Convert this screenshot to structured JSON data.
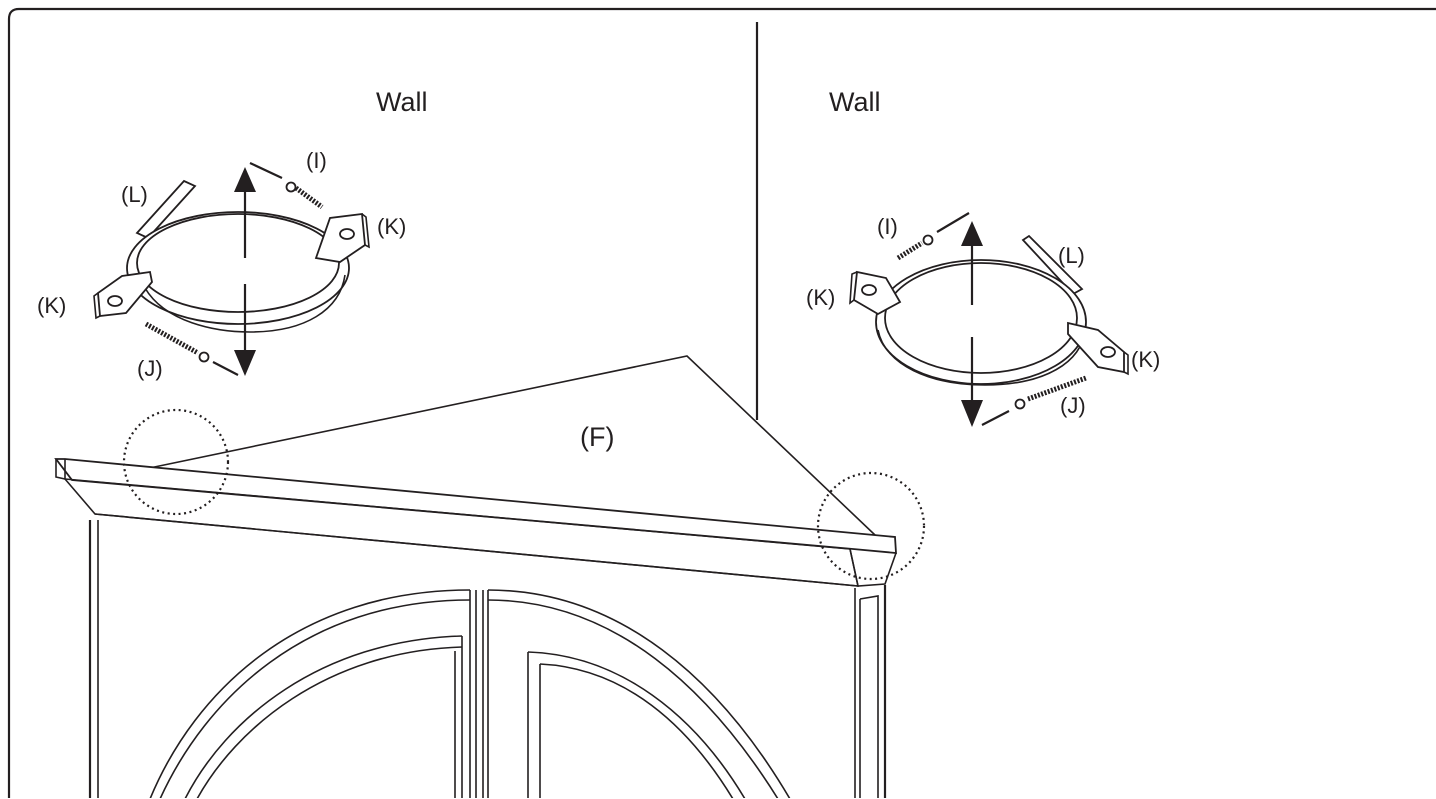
{
  "labels": {
    "wall_left": "Wall",
    "wall_right": "Wall",
    "panel_f": "(F)",
    "left": {
      "i": "(I)",
      "l": "(L)",
      "k_right": "(K)",
      "k_left": "(K)",
      "j": "(J)"
    },
    "right": {
      "i": "(I)",
      "l": "(L)",
      "k_left": "(K)",
      "k_right": "(K)",
      "j": "(J)"
    }
  },
  "colors": {
    "line": "#231f20",
    "background": "#ffffff"
  }
}
